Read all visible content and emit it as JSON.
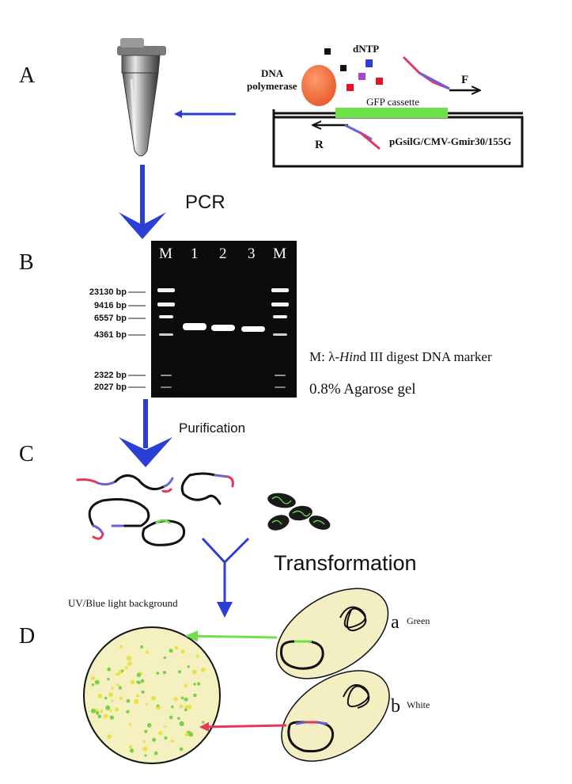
{
  "panels": {
    "a": "A",
    "b": "B",
    "c": "C",
    "d": "D"
  },
  "step_a": {
    "dntp": "dNTP",
    "polymerase_line1": "DNA",
    "polymerase_line2": "polymerase",
    "cassette": "GFP cassette",
    "forward_primer": "F",
    "reverse_primer": "R",
    "plasmid": "pGsilG/CMV-Gmir30/155G",
    "arrow_label": "PCR"
  },
  "step_b": {
    "lanes": [
      "M",
      "1",
      "2",
      "3",
      "M"
    ],
    "ladder": [
      "23130 bp",
      "9416 bp",
      "6557 bp",
      "4361 bp",
      "2322 bp",
      "2027 bp"
    ],
    "marker_prefix": "M:  λ-",
    "marker_italic": "Hin",
    "marker_suffix": "d III digest DNA marker",
    "gel_note": "0.8% Agarose gel",
    "arrow_label": "Purification"
  },
  "step_c": {
    "transformation": "Transformation",
    "background": "UV/Blue light background"
  },
  "step_d": {
    "a_letter": "a",
    "a_color": "Green",
    "b_letter": "b",
    "b_color": "White"
  },
  "colors": {
    "arrow_blue": "#2b3fd6",
    "gfp_green": "#6ee04a",
    "cell_fill": "#f3efc2",
    "plate_fill": "#f4f0c0",
    "red_arrow": "#e8365a",
    "polymerase": "#f06a3a"
  },
  "icons": [
    "pcr-tube-icon",
    "chloroplast-icon"
  ]
}
